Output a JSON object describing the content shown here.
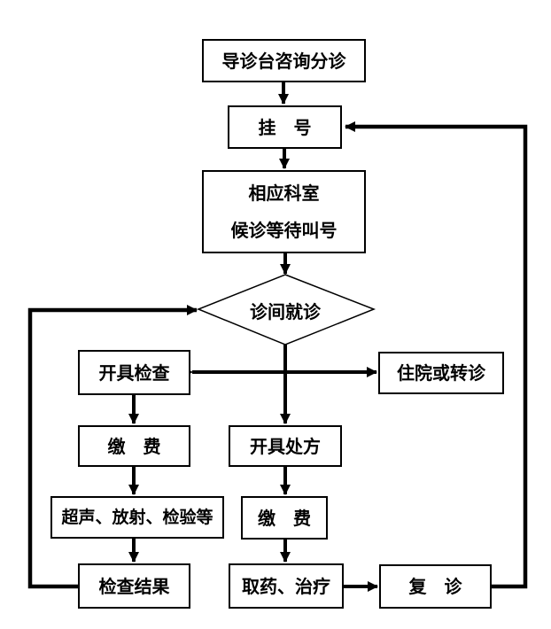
{
  "diagram": {
    "type": "flowchart",
    "colors": {
      "line": "#000000",
      "background": "#ffffff",
      "node_fill": "#ffffff",
      "node_border": "#000000"
    },
    "nodes": {
      "guide_desk": "导诊台咨询分诊",
      "register": "挂　号",
      "dept_line1": "相应科室",
      "dept_line2": "候诊等待叫号",
      "consult_decision": "诊间就诊",
      "order_exam": "开具检查",
      "hospitalize_or_refer": "住院或转诊",
      "pay_exam": "缴　费",
      "prescription": "开具处方",
      "exam_modalities": "超声、放射、检验等",
      "pay_medicine": "缴　费",
      "exam_result": "检查结果",
      "medicine_treatment": "取药、治疗",
      "followup": "复　诊"
    },
    "edges": [
      "guide_desk -> register",
      "register -> dept",
      "dept -> consult_decision",
      "consult_decision -> order_exam",
      "consult_decision -> prescription",
      "consult_decision -> hospitalize_or_refer",
      "order_exam -> pay_exam",
      "pay_exam -> exam_modalities",
      "exam_modalities -> exam_result",
      "exam_result -> consult_decision",
      "prescription -> pay_medicine",
      "pay_medicine -> medicine_treatment",
      "medicine_treatment -> followup",
      "followup -> register"
    ]
  }
}
